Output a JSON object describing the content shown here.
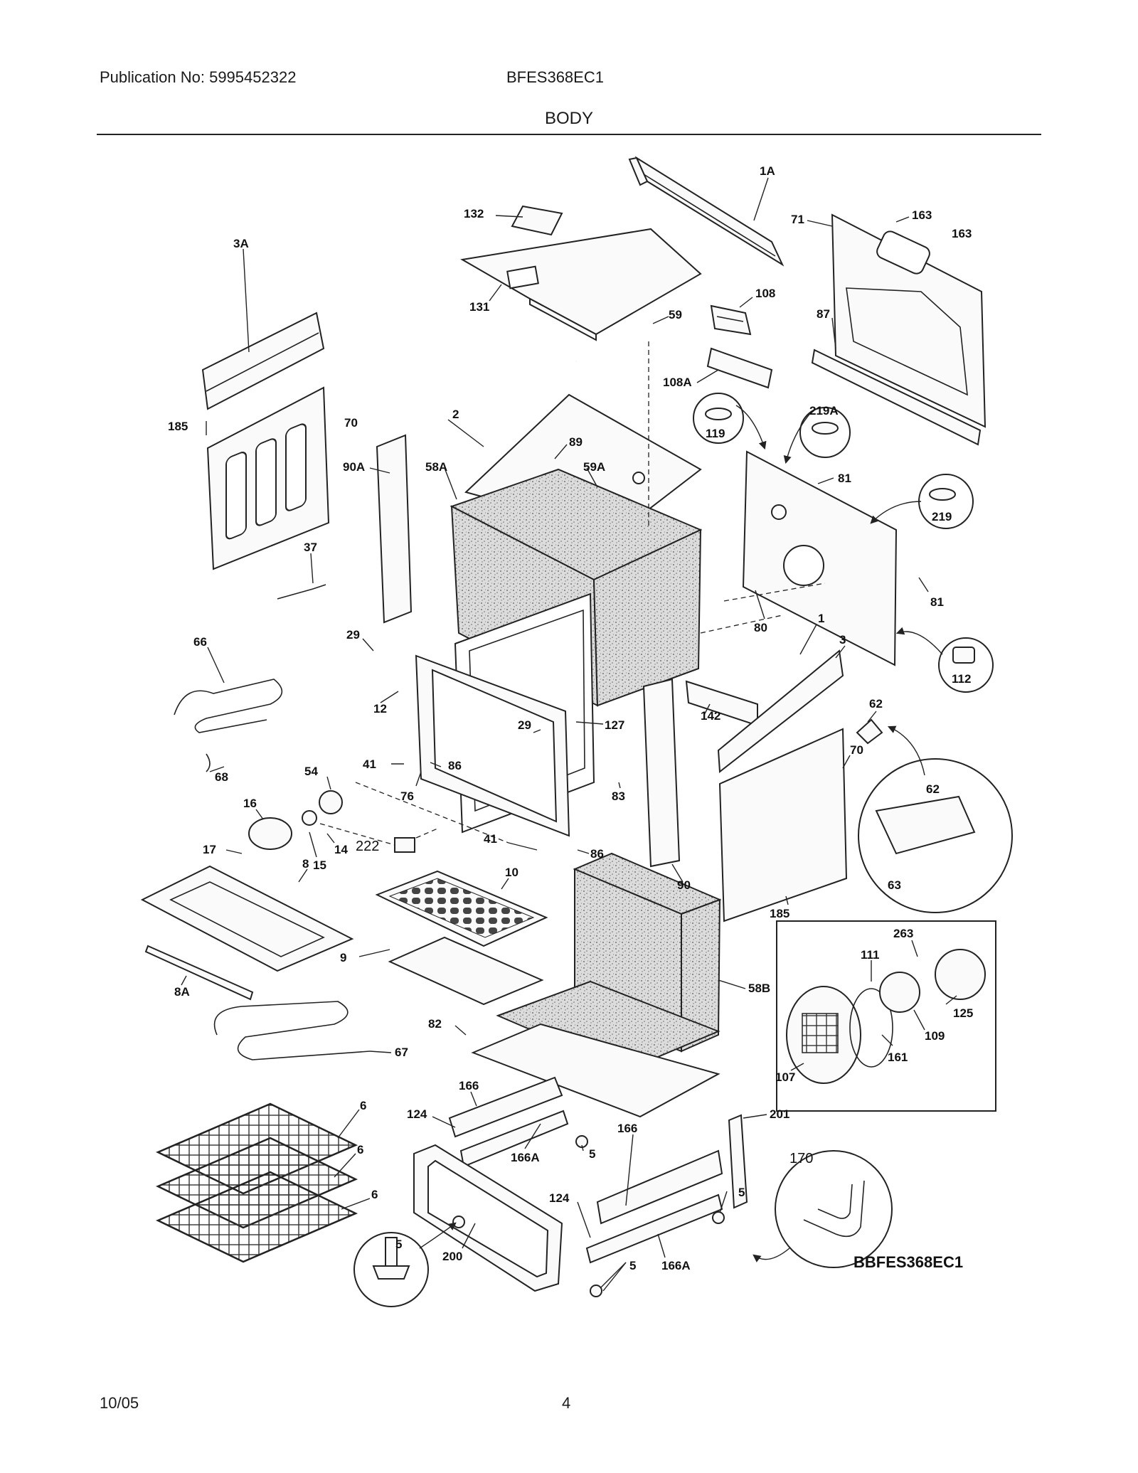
{
  "header": {
    "publication": "Publication No: 5995452322",
    "model": "BFES368EC1",
    "section_title": "BODY"
  },
  "footer": {
    "date": "10/05",
    "page": "4"
  },
  "diagram": {
    "reference_code": "BBFES368EC1",
    "callouts": [
      {
        "id": "c-1A",
        "label": "1A"
      },
      {
        "id": "c-132",
        "label": "132"
      },
      {
        "id": "c-163a",
        "label": "163"
      },
      {
        "id": "c-163b",
        "label": "163"
      },
      {
        "id": "c-71",
        "label": "71"
      },
      {
        "id": "c-131",
        "label": "131"
      },
      {
        "id": "c-108",
        "label": "108"
      },
      {
        "id": "c-59",
        "label": "59"
      },
      {
        "id": "c-87",
        "label": "87"
      },
      {
        "id": "c-3A",
        "label": "3A"
      },
      {
        "id": "c-108A",
        "label": "108A"
      },
      {
        "id": "c-119",
        "label": "119"
      },
      {
        "id": "c-219A",
        "label": "219A"
      },
      {
        "id": "c-185a",
        "label": "185"
      },
      {
        "id": "c-70a",
        "label": "70"
      },
      {
        "id": "c-2",
        "label": "2"
      },
      {
        "id": "c-89",
        "label": "89"
      },
      {
        "id": "c-90A",
        "label": "90A"
      },
      {
        "id": "c-58A",
        "label": "58A"
      },
      {
        "id": "c-59A",
        "label": "59A"
      },
      {
        "id": "c-81a",
        "label": "81"
      },
      {
        "id": "c-219",
        "label": "219"
      },
      {
        "id": "c-37",
        "label": "37"
      },
      {
        "id": "c-81b",
        "label": "81"
      },
      {
        "id": "c-66",
        "label": "66"
      },
      {
        "id": "c-29a",
        "label": "29"
      },
      {
        "id": "c-80",
        "label": "80"
      },
      {
        "id": "c-1",
        "label": "1"
      },
      {
        "id": "c-112",
        "label": "112"
      },
      {
        "id": "c-12",
        "label": "12"
      },
      {
        "id": "c-3",
        "label": "3"
      },
      {
        "id": "c-62a",
        "label": "62"
      },
      {
        "id": "c-29b",
        "label": "29"
      },
      {
        "id": "c-127",
        "label": "127"
      },
      {
        "id": "c-142",
        "label": "142"
      },
      {
        "id": "c-68",
        "label": "68"
      },
      {
        "id": "c-41a",
        "label": "41"
      },
      {
        "id": "c-86a",
        "label": "86"
      },
      {
        "id": "c-54",
        "label": "54"
      },
      {
        "id": "c-70b",
        "label": "70"
      },
      {
        "id": "c-62b",
        "label": "62"
      },
      {
        "id": "c-16",
        "label": "16"
      },
      {
        "id": "c-76",
        "label": "76"
      },
      {
        "id": "c-83",
        "label": "83"
      },
      {
        "id": "c-14",
        "label": "14"
      },
      {
        "id": "c-17",
        "label": "17"
      },
      {
        "id": "c-15",
        "label": "15"
      },
      {
        "id": "c-41b",
        "label": "41"
      },
      {
        "id": "c-86b",
        "label": "86"
      },
      {
        "id": "c-222",
        "label": "222"
      },
      {
        "id": "c-10",
        "label": "10"
      },
      {
        "id": "c-90",
        "label": "90"
      },
      {
        "id": "c-63",
        "label": "63"
      },
      {
        "id": "c-8",
        "label": "8"
      },
      {
        "id": "c-185b",
        "label": "185"
      },
      {
        "id": "c-9",
        "label": "9"
      },
      {
        "id": "c-263",
        "label": "263"
      },
      {
        "id": "c-111",
        "label": "111"
      },
      {
        "id": "c-8A",
        "label": "8A"
      },
      {
        "id": "c-58B",
        "label": "58B"
      },
      {
        "id": "c-125",
        "label": "125"
      },
      {
        "id": "c-82",
        "label": "82"
      },
      {
        "id": "c-109",
        "label": "109"
      },
      {
        "id": "c-67",
        "label": "67"
      },
      {
        "id": "c-161",
        "label": "161"
      },
      {
        "id": "c-107",
        "label": "107"
      },
      {
        "id": "c-166a",
        "label": "166"
      },
      {
        "id": "c-6a",
        "label": "6"
      },
      {
        "id": "c-201",
        "label": "201"
      },
      {
        "id": "c-124a",
        "label": "124"
      },
      {
        "id": "c-166b",
        "label": "166"
      },
      {
        "id": "c-170",
        "label": "170"
      },
      {
        "id": "c-6b",
        "label": "6"
      },
      {
        "id": "c-5a",
        "label": "5"
      },
      {
        "id": "c-166Aa",
        "label": "166A"
      },
      {
        "id": "c-6c",
        "label": "6"
      },
      {
        "id": "c-5b",
        "label": "5"
      },
      {
        "id": "c-124b",
        "label": "124"
      },
      {
        "id": "c-5c",
        "label": "5"
      },
      {
        "id": "c-200",
        "label": "200"
      },
      {
        "id": "c-166Ab",
        "label": "166A"
      },
      {
        "id": "c-5d",
        "label": "5"
      }
    ]
  }
}
